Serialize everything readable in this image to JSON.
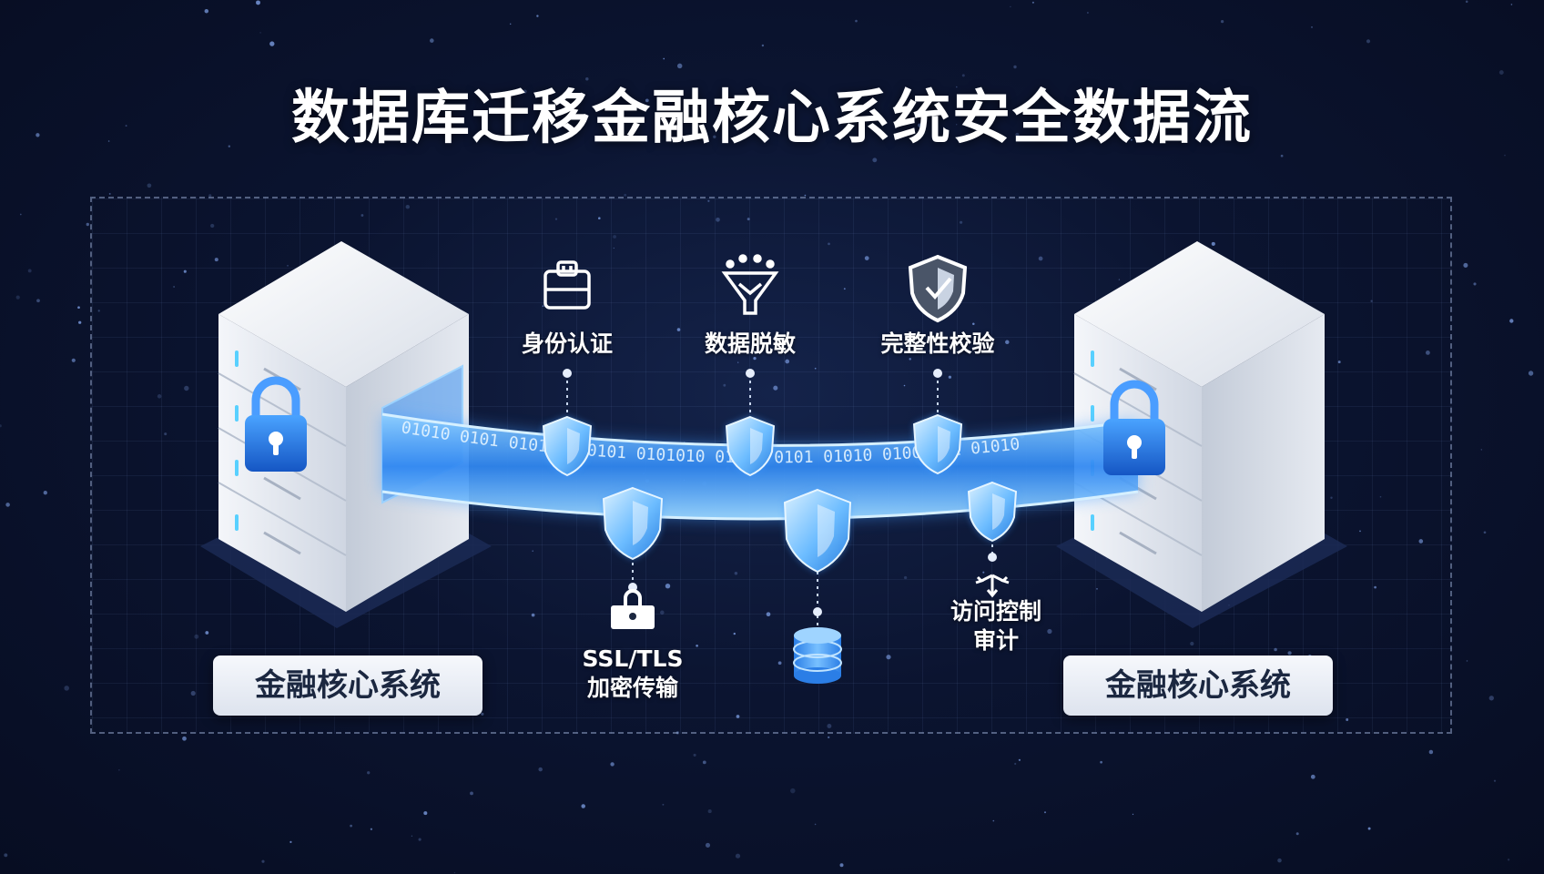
{
  "title": "数据库迁移金融核心系统安全数据流",
  "left_system": {
    "label": "金融核心系统"
  },
  "right_system": {
    "label": "金融核心系统"
  },
  "top_features": [
    {
      "label": "身份认证",
      "icon": "id-card-icon"
    },
    {
      "label": "数据脱敏",
      "icon": "mask-funnel-icon"
    },
    {
      "label": "完整性校验",
      "icon": "shield-check-icon"
    }
  ],
  "bottom_features": [
    {
      "label_line1": "SSL/TLS",
      "label_line2": "加密传输",
      "icon": "padlock-icon"
    },
    {
      "label_line1": "",
      "label_line2": "",
      "icon": "database-icon"
    },
    {
      "label_line1": "访问控制",
      "label_line2": "审计",
      "icon": "network-arrows-icon"
    }
  ],
  "stream": {
    "text": "01010 0101 01010 010101 0101010 01101 0101 01010 0100 101 01010"
  },
  "colors": {
    "background": "#0b1430",
    "stream": "#3f9bff",
    "shield": "#5fb4ff",
    "lock": "#1f7be0",
    "server": "#e9edf3"
  }
}
